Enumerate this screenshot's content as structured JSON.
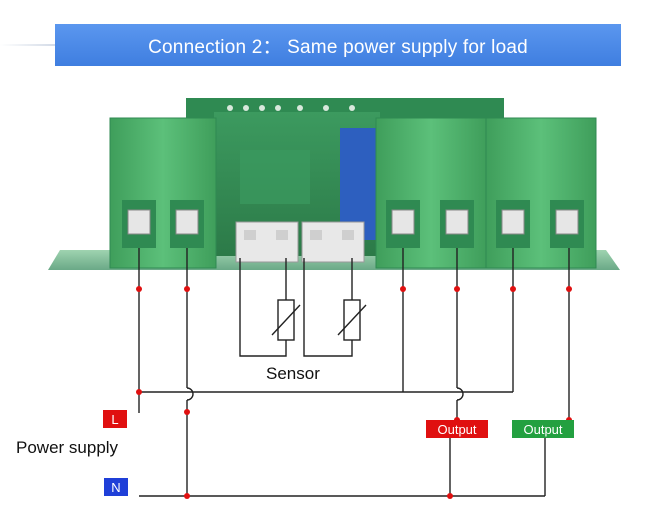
{
  "banner": {
    "title": "Connection 2： Same power supply for load"
  },
  "labels": {
    "sensor": "Sensor",
    "power_supply": "Power supply",
    "live": "L",
    "neutral": "N",
    "output_1": "Output",
    "output_2": "Output"
  },
  "colors": {
    "banner": "#3f7ee0",
    "board_green": "#4fb36d",
    "wire": "#222222",
    "node": "#e01010",
    "live_tag": "#e01010",
    "neutral_tag": "#1f3fd8",
    "output_1_tag": "#e01010",
    "output_2_tag": "#23a040"
  }
}
